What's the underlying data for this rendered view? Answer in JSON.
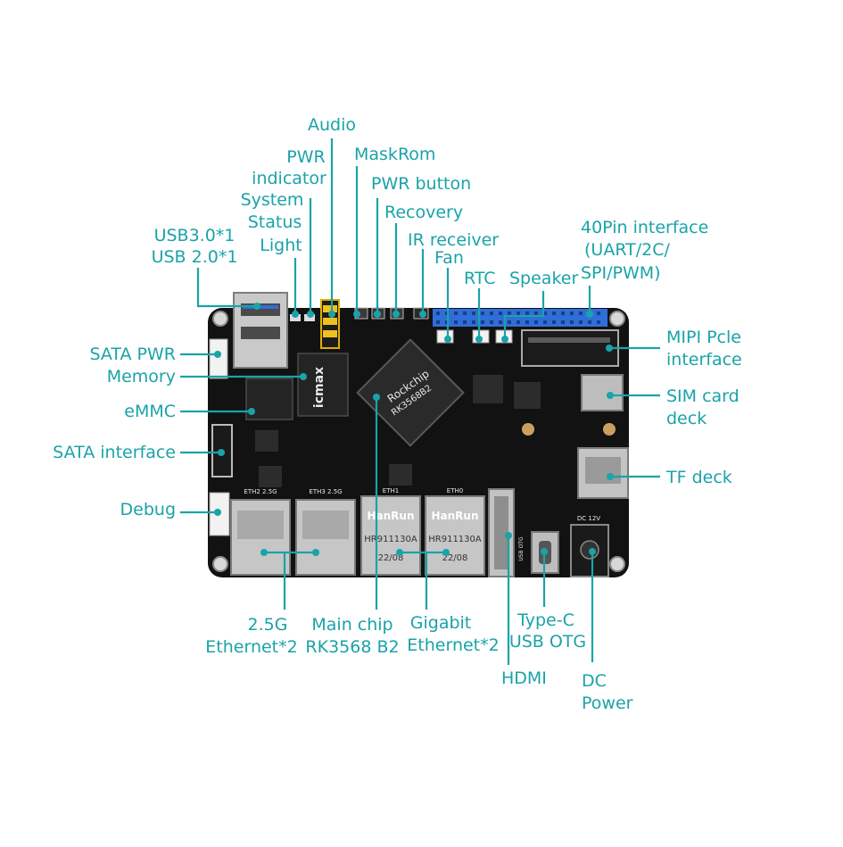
{
  "board": {
    "chip_brand": "Rockchip",
    "chip_model": "RK3568B2",
    "memory_brand": "icmax",
    "phy_brand": "HanRun",
    "phy_part": "HR911130A",
    "phy_date": "22/08",
    "port_eth0": "ETH0",
    "port_eth1": "ETH1",
    "port_eth2": "ETH2 2.5G",
    "port_eth3": "ETH3 2.5G",
    "dc_label": "DC 12V",
    "otg_label": "USB OTG"
  },
  "colors": {
    "accent": "#1aa3a8",
    "pcb": "#121212",
    "gpio": "#2f6ed8"
  },
  "labels": {
    "audio": "Audio",
    "pwr_ind_1": "PWR",
    "pwr_ind_2": "indicator",
    "sys_1": "System",
    "sys_2": "Status",
    "sys_3": "Light",
    "maskrom": "MaskRom",
    "pwr_button": "PWR button",
    "recovery": "Recovery",
    "ir": "IR receiver",
    "fan": "Fan",
    "rtc": "RTC",
    "speaker": "Speaker",
    "gpio_1": "40Pin interface",
    "gpio_2": "(UART/2C/",
    "gpio_3": "SPI/PWM)",
    "usb_1": "USB3.0*1",
    "usb_2": "USB 2.0*1",
    "sata_pwr": "SATA PWR",
    "memory": "Memory",
    "emmc": "eMMC",
    "sata_if": "SATA interface",
    "debug": "Debug",
    "mipi_1": "MIPI Pcle",
    "mipi_2": "interface",
    "sim_1": "SIM card",
    "sim_2": "deck",
    "tf": "TF deck",
    "eth25_1": "2.5G",
    "eth25_2": "Ethernet*2",
    "main_1": "Main chip",
    "main_2": "RK3568 B2",
    "gig_1": "Gigabit",
    "gig_2": "Ethernet*2",
    "typec_1": "Type-C",
    "typec_2": "USB OTG",
    "hdmi": "HDMI",
    "dc_1": "DC",
    "dc_2": "Power"
  }
}
